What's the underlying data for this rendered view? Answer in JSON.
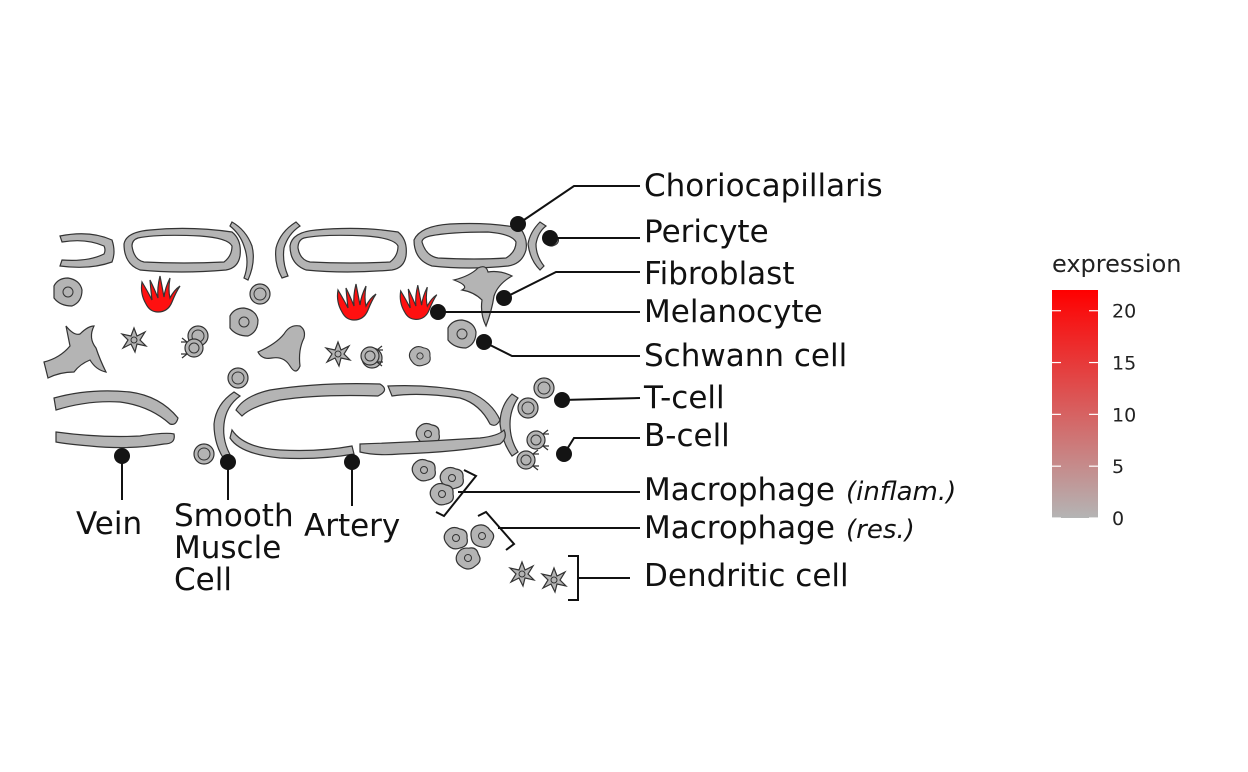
{
  "labels": {
    "choriocapillaris": "Choriocapillaris",
    "pericyte": "Pericyte",
    "fibroblast": "Fibroblast",
    "melanocyte": "Melanocyte",
    "schwann": "Schwann cell",
    "tcell": "T-cell",
    "bcell": "B-cell",
    "macro_inflam": "Macrophage",
    "macro_inflam_note": "(inflam.)",
    "macro_res": "Macrophage",
    "macro_res_note": "(res.)",
    "dendritic": "Dendritic cell",
    "vein": "Vein",
    "smooth_1": "Smooth",
    "smooth_2": "Muscle",
    "smooth_3": "Cell",
    "artery": "Artery"
  },
  "legend": {
    "title": "expression",
    "ticks": [
      "20",
      "15",
      "10",
      "5",
      "0"
    ],
    "scale_min": 0,
    "scale_max": 22,
    "color_low": "#b4b4b4",
    "color_high": "#ff0000"
  },
  "expression": {
    "choriocapillaris": 0,
    "pericyte": 0,
    "fibroblast": 0,
    "melanocyte": 22,
    "schwann": 0,
    "tcell": 0,
    "bcell": 0,
    "macrophage_inflam": 0,
    "macrophage_res": 0,
    "dendritic": 0,
    "vein": 0,
    "smooth_muscle": 0,
    "artery": 0
  }
}
